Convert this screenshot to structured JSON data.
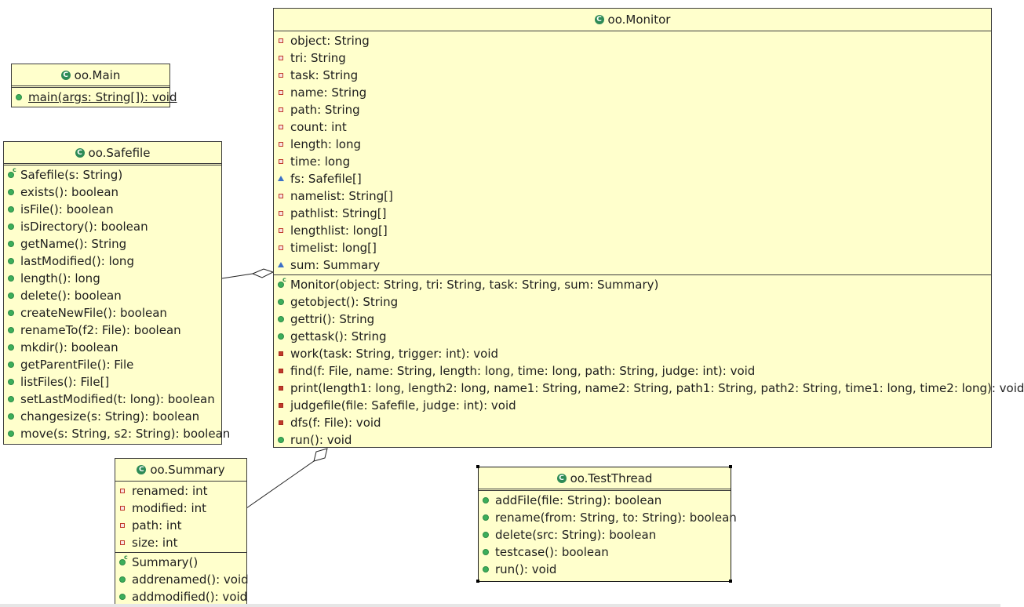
{
  "classes": {
    "main": {
      "name": "oo.Main",
      "methods": [
        {
          "vis": "public",
          "text": "main(args: String[]): void",
          "static": true
        }
      ]
    },
    "safefile": {
      "name": "oo.Safefile",
      "methods": [
        {
          "vis": "ctor",
          "text": "Safefile(s: String)"
        },
        {
          "vis": "public",
          "text": "exists(): boolean"
        },
        {
          "vis": "public",
          "text": "isFile(): boolean"
        },
        {
          "vis": "public",
          "text": "isDirectory(): boolean"
        },
        {
          "vis": "public",
          "text": "getName(): String"
        },
        {
          "vis": "public",
          "text": "lastModified(): long"
        },
        {
          "vis": "public",
          "text": "length(): long"
        },
        {
          "vis": "public",
          "text": "delete(): boolean"
        },
        {
          "vis": "public",
          "text": "createNewFile(): boolean"
        },
        {
          "vis": "public",
          "text": "renameTo(f2: File): boolean"
        },
        {
          "vis": "public",
          "text": "mkdir(): boolean"
        },
        {
          "vis": "public",
          "text": "getParentFile(): File"
        },
        {
          "vis": "public",
          "text": "listFiles(): File[]"
        },
        {
          "vis": "public",
          "text": "setLastModified(t: long): boolean"
        },
        {
          "vis": "public",
          "text": "changesize(s: String): boolean"
        },
        {
          "vis": "public",
          "text": "move(s: String, s2: String): boolean"
        }
      ]
    },
    "monitor": {
      "name": "oo.Monitor",
      "fields": [
        {
          "vis": "private",
          "text": "object: String"
        },
        {
          "vis": "private",
          "text": "tri: String"
        },
        {
          "vis": "private",
          "text": "task: String"
        },
        {
          "vis": "private",
          "text": "name: String"
        },
        {
          "vis": "private",
          "text": "path: String"
        },
        {
          "vis": "private",
          "text": "count: int"
        },
        {
          "vis": "private",
          "text": "length: long"
        },
        {
          "vis": "private",
          "text": "time: long"
        },
        {
          "vis": "package",
          "text": "fs: Safefile[]"
        },
        {
          "vis": "private",
          "text": "namelist: String[]"
        },
        {
          "vis": "private",
          "text": "pathlist: String[]"
        },
        {
          "vis": "private",
          "text": "lengthlist: long[]"
        },
        {
          "vis": "private",
          "text": "timelist: long[]"
        },
        {
          "vis": "package",
          "text": "sum: Summary"
        }
      ],
      "methods": [
        {
          "vis": "ctor",
          "text": "Monitor(object: String, tri: String, task: String, sum: Summary)"
        },
        {
          "vis": "public",
          "text": "getobject(): String"
        },
        {
          "vis": "public",
          "text": "gettri(): String"
        },
        {
          "vis": "public",
          "text": "gettask(): String"
        },
        {
          "vis": "private-method",
          "text": "work(task: String, trigger: int): void"
        },
        {
          "vis": "private-method",
          "text": "find(f: File, name: String, length: long, time: long, path: String, judge: int): void"
        },
        {
          "vis": "private-method",
          "text": "print(length1: long, length2: long, name1: String, name2: String, path1: String, path2: String, time1: long, time2: long): void"
        },
        {
          "vis": "private-method",
          "text": "judgefile(file: Safefile, judge: int): void"
        },
        {
          "vis": "private-method",
          "text": "dfs(f: File): void"
        },
        {
          "vis": "public",
          "text": "run(): void"
        }
      ]
    },
    "summary": {
      "name": "oo.Summary",
      "fields": [
        {
          "vis": "private",
          "text": "renamed: int"
        },
        {
          "vis": "private",
          "text": "modified: int"
        },
        {
          "vis": "private",
          "text": "path: int"
        },
        {
          "vis": "private",
          "text": "size: int"
        }
      ],
      "methods": [
        {
          "vis": "ctor",
          "text": "Summary()"
        },
        {
          "vis": "public",
          "text": "addrenamed(): void"
        },
        {
          "vis": "public",
          "text": "addmodified(): void"
        }
      ]
    },
    "testthread": {
      "name": "oo.TestThread",
      "methods": [
        {
          "vis": "public",
          "text": "addFile(file: String): boolean"
        },
        {
          "vis": "public",
          "text": "rename(from: String, to: String): boolean"
        },
        {
          "vis": "public",
          "text": "delete(src: String): boolean"
        },
        {
          "vis": "public",
          "text": "testcase(): boolean"
        },
        {
          "vis": "public",
          "text": "run(): void"
        }
      ]
    }
  },
  "colors": {
    "class_fill": "#ffffcc",
    "border": "#3c3c3c",
    "private": "#c0392b",
    "public": "#3cae5a",
    "package": "#3b6fc7",
    "class_icon": "#2e8b57"
  },
  "relations": [
    {
      "type": "aggregation",
      "whole": "oo.Monitor",
      "part": "oo.Safefile"
    },
    {
      "type": "aggregation",
      "whole": "oo.Monitor",
      "part": "oo.Summary"
    }
  ]
}
